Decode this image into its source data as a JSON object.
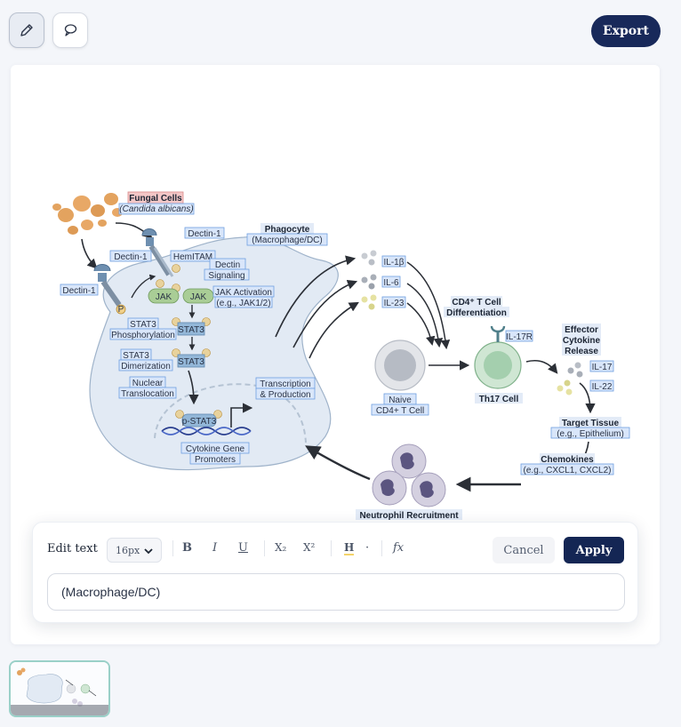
{
  "toolbar": {
    "pen_icon": "pencil-icon",
    "lasso_icon": "speech-bubble-icon",
    "export_label": "Export"
  },
  "diagram": {
    "fungal_title": "Fungal Cells",
    "fungal_subtitle": "(Candida albicans)",
    "dectin_top": "Dectin-1",
    "dectin_mid": "Dectin-1",
    "dectin_left": "Dectin-1",
    "hemitam": "HemITAM",
    "dectin_signaling_1": "Dectin",
    "dectin_signaling_2": "Signaling",
    "phagocyte_title": "Phagocyte",
    "phagocyte_sub": "(Macrophage/DC)",
    "jak_a": "JAK",
    "jak_b": "JAK",
    "jak_act_1": "JAK Activation",
    "jak_act_2": "(e.g., JAK1/2)",
    "stat3_phos_1": "STAT3",
    "stat3_phos_2": "Phosphorylation",
    "stat3_a": "STAT3",
    "stat3_dim_1": "STAT3",
    "stat3_dim_2": "Dimerization",
    "stat3_b": "STAT3",
    "nuclear_1": "Nuclear",
    "nuclear_2": "Translocation",
    "transcription_1": "Transcription",
    "transcription_2": "& Production",
    "pstat3": "p-STAT3",
    "promoters_1": "Cytokine Gene",
    "promoters_2": "Promoters",
    "il1b": "IL-1β",
    "il6": "IL-6",
    "il23": "IL-23",
    "cd4_diff_1": "CD4⁺ T Cell",
    "cd4_diff_2": "Differentiation",
    "il17r": "IL-17R",
    "naive_1": "Naive",
    "naive_2": "CD4+ T Cell",
    "th17": "Th17 Cell",
    "effector_1": "Effector",
    "effector_2": "Cytokine",
    "effector_3": "Release",
    "il17": "IL-17",
    "il22": "IL-22",
    "target_1": "Target Tissue",
    "target_2": "(e.g., Epithelium)",
    "chemokines_1": "Chemokines",
    "chemokines_2": "(e.g., CXCL1, CXCL2)",
    "neutrophil": "Neutrophil Recruitment"
  },
  "editor": {
    "title": "Edit text",
    "font_size": "16px",
    "bold": "B",
    "italic": "I",
    "underline": "U",
    "subscript": "X₂",
    "superscript": "X²",
    "highlight": "H",
    "highlight_dot": "·",
    "formula": "fx",
    "cancel_label": "Cancel",
    "apply_label": "Apply",
    "text_value": "(Macrophage/DC)"
  },
  "colors": {
    "primary": "#18295a",
    "highlight": "#d9e6fa",
    "fungal_highlight": "#f4c7c7"
  }
}
